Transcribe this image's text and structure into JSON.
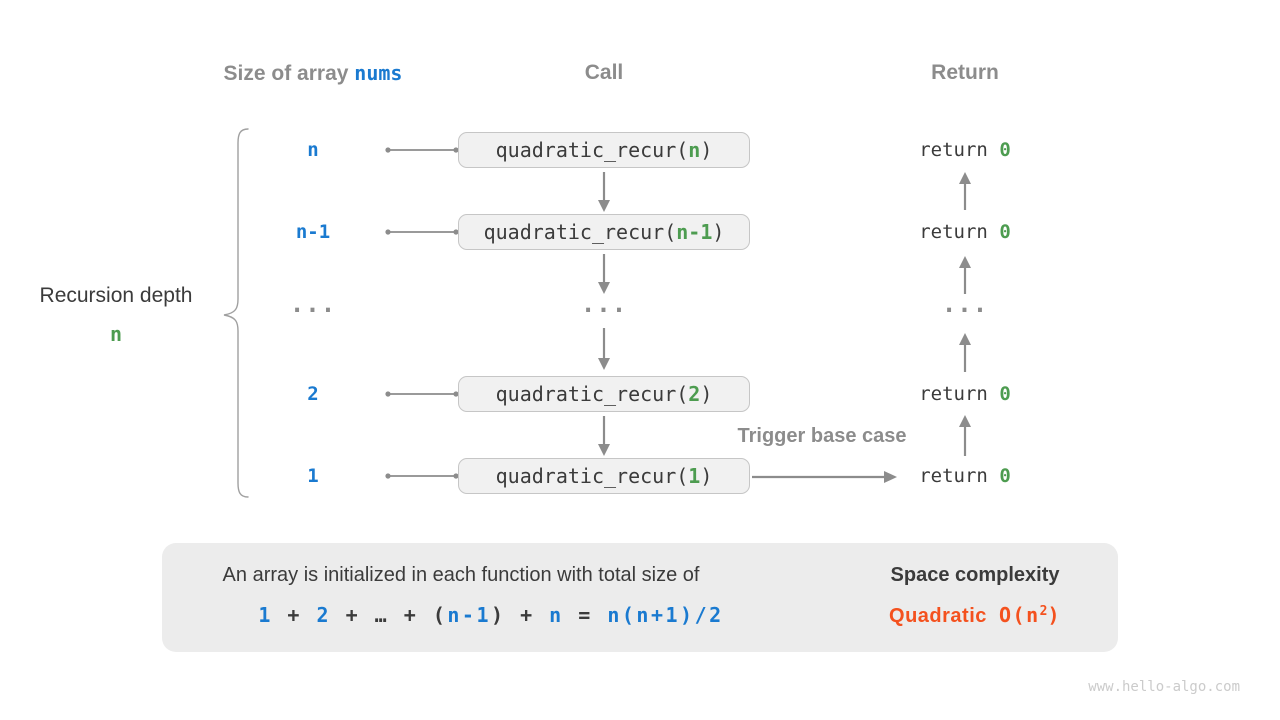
{
  "header": {
    "size_label": "Size of array ",
    "size_code": "nums",
    "call_label": "Call",
    "return_label": "Return"
  },
  "depth": {
    "label": "Recursion depth",
    "value": "n"
  },
  "rows": [
    {
      "size": "n",
      "call_pre": "quadratic_recur(",
      "call_arg": "n",
      "call_post": ")",
      "ret_pre": "return ",
      "ret_val": "0"
    },
    {
      "size": "n-1",
      "call_pre": "quadratic_recur(",
      "call_arg": "n-1",
      "call_post": ")",
      "ret_pre": "return ",
      "ret_val": "0"
    },
    {
      "size": "2",
      "call_pre": "quadratic_recur(",
      "call_arg": "2",
      "call_post": ")",
      "ret_pre": "return ",
      "ret_val": "0"
    },
    {
      "size": "1",
      "call_pre": "quadratic_recur(",
      "call_arg": "1",
      "call_post": ")",
      "ret_pre": "return ",
      "ret_val": "0"
    }
  ],
  "ellipsis": "...",
  "trigger_label": "Trigger base case",
  "panel": {
    "line1": "An array is initialized in each function with total size of",
    "formula": [
      {
        "t": "1"
      },
      {
        "t": " + "
      },
      {
        "t": "2"
      },
      {
        "t": " + "
      },
      {
        "t": "…"
      },
      {
        "t": " + ("
      },
      {
        "t": "n-1"
      },
      {
        "t": ") + "
      },
      {
        "t": "n"
      },
      {
        "t": " = "
      },
      {
        "t": "n(n+1)/2"
      }
    ],
    "result_title": "Space complexity",
    "result_name": "Quadratic",
    "big_o_pre": "O(n",
    "big_o_sup": "2",
    "big_o_post": ")"
  },
  "watermark": "www.hello-algo.com",
  "colors": {
    "blue": "#1a7ad0",
    "green": "#4d9c50",
    "orange": "#f4511e",
    "gray_text": "#8c8c8c",
    "dark_text": "#3b3b3b",
    "box_fill": "#f1f1f1",
    "box_border": "#c6c6c6",
    "panel_fill": "#ececec",
    "arrow_gray": "#8c8c8c",
    "big_arrow_gray": "#bdbdbd"
  }
}
